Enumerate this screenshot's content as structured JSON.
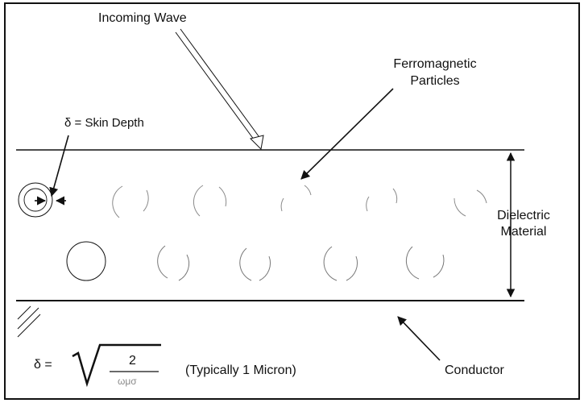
{
  "labels": {
    "incoming_wave": "Incoming Wave",
    "ferromagnetic": "Ferromagnetic",
    "particles": "Particles",
    "skin_depth": "δ = Skin Depth",
    "dielectric": "Dielectric",
    "material": "Material",
    "conductor": "Conductor",
    "formula_lhs": "δ =",
    "formula_numerator": "2",
    "formula_denominator": "ωμσ",
    "typical": "(Typically 1 Micron)"
  },
  "colors": {
    "ink": "#111111",
    "faint": "#9a9a9a",
    "background": "#ffffff"
  }
}
